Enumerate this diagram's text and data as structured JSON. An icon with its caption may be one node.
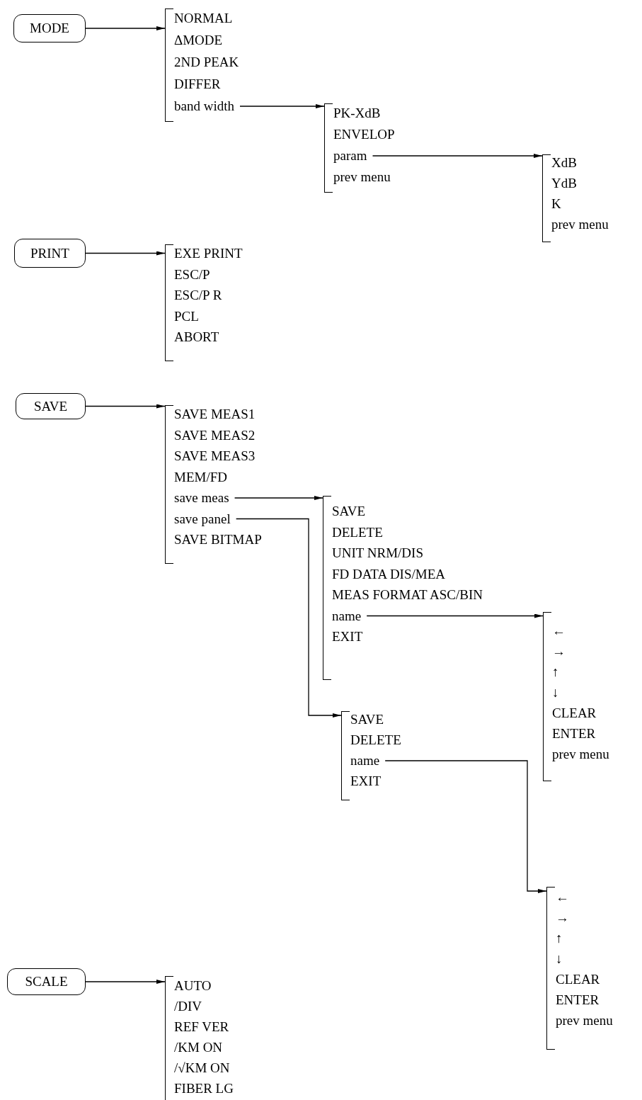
{
  "diagram": {
    "nodes": [
      {
        "text": [
          "MODE"
        ]
      },
      {
        "text": [],
        "shape": "bracket"
      },
      {
        "text": [
          "NORMAL"
        ],
        "in": 1
      },
      {
        "text": [
          "ΔMODE"
        ],
        "in": 1
      },
      {
        "text": [
          "2ND PEAK"
        ],
        "in": 1
      },
      {
        "text": [
          "DIFFER"
        ],
        "in": 1
      },
      {
        "text": [
          "band width"
        ],
        "in": 1
      },
      {
        "text": [],
        "shape": "bracket"
      },
      {
        "text": [
          "PK-XdB"
        ],
        "in": 7
      },
      {
        "text": [
          "ENVELOP"
        ],
        "in": 7
      },
      {
        "text": [
          "param"
        ],
        "in": 7
      },
      {
        "text": [
          "prev menu"
        ],
        "in": 7
      },
      {
        "text": [],
        "shape": "bracket"
      },
      {
        "text": [
          "XdB"
        ],
        "in": 12
      },
      {
        "text": [
          "YdB"
        ],
        "in": 12
      },
      {
        "text": [
          "K"
        ],
        "in": 12
      },
      {
        "text": [
          "prev menu"
        ],
        "in": 12
      },
      {
        "text": [
          "PRINT"
        ]
      },
      {
        "text": [],
        "shape": "bracket"
      },
      {
        "text": [
          "EXE PRINT"
        ],
        "in": 18
      },
      {
        "text": [
          "ESC/P"
        ],
        "in": 18
      },
      {
        "text": [
          "ESC/P R"
        ],
        "in": 18
      },
      {
        "text": [
          "PCL"
        ],
        "in": 18
      },
      {
        "text": [
          "ABORT"
        ],
        "in": 18
      },
      {
        "text": [
          "SAVE"
        ]
      },
      {
        "text": [],
        "shape": "bracket"
      },
      {
        "text": [
          "SAVE MEAS1"
        ],
        "in": 25
      },
      {
        "text": [
          "SAVE MEAS2"
        ],
        "in": 25
      },
      {
        "text": [
          "SAVE MEAS3"
        ],
        "in": 25
      },
      {
        "text": [
          "MEM/FD"
        ],
        "in": 25
      },
      {
        "text": [
          "save meas"
        ],
        "in": 25
      },
      {
        "text": [
          "save panel"
        ],
        "in": 25
      },
      {
        "text": [
          "SAVE BITMAP"
        ],
        "in": 25
      },
      {
        "text": [],
        "shape": "bracket"
      },
      {
        "text": [
          "SAVE"
        ],
        "in": 33
      },
      {
        "text": [
          "DELETE"
        ],
        "in": 33
      },
      {
        "text": [
          "UNIT NRM/DIS"
        ],
        "in": 33
      },
      {
        "text": [
          "FD DATA DIS/MEA"
        ],
        "in": 33
      },
      {
        "text": [
          "MEAS FORMAT ASC/BIN"
        ],
        "in": 33
      },
      {
        "text": [
          "name"
        ],
        "in": 33
      },
      {
        "text": [
          "EXIT"
        ],
        "in": 33
      },
      {
        "text": [],
        "shape": "bracket"
      },
      {
        "text": [
          "SAVE"
        ],
        "in": 41
      },
      {
        "text": [
          "DELETE"
        ],
        "in": 41
      },
      {
        "text": [
          "name"
        ],
        "in": 41
      },
      {
        "text": [
          "EXIT"
        ],
        "in": 41
      },
      {
        "text": [],
        "shape": "bracket"
      },
      {
        "text": [
          "←"
        ],
        "in": 46
      },
      {
        "text": [
          "→"
        ],
        "in": 46
      },
      {
        "text": [
          "↑"
        ],
        "in": 46
      },
      {
        "text": [
          "↓"
        ],
        "in": 46
      },
      {
        "text": [
          "CLEAR"
        ],
        "in": 46
      },
      {
        "text": [
          "ENTER"
        ],
        "in": 46
      },
      {
        "text": [
          "prev menu"
        ],
        "in": 46
      },
      {
        "text": [],
        "shape": "bracket"
      },
      {
        "text": [
          "←"
        ],
        "in": 54
      },
      {
        "text": [
          "→"
        ],
        "in": 54
      },
      {
        "text": [
          "↑"
        ],
        "in": 54
      },
      {
        "text": [
          "↓"
        ],
        "in": 54
      },
      {
        "text": [
          "CLEAR"
        ],
        "in": 54
      },
      {
        "text": [
          "ENTER"
        ],
        "in": 54
      },
      {
        "text": [
          "prev menu"
        ],
        "in": 54
      },
      {
        "text": [
          "SCALE"
        ]
      },
      {
        "text": [],
        "shape": "bracket"
      },
      {
        "text": [
          "AUTO"
        ],
        "in": 63
      },
      {
        "text": [
          "/DIV"
        ],
        "in": 63
      },
      {
        "text": [
          "REF VER"
        ],
        "in": 63
      },
      {
        "text": [
          "/KM ON"
        ],
        "in": 63
      },
      {
        "text": [
          "/√KM ON"
        ],
        "in": 63
      },
      {
        "text": [
          "FIBER LG"
        ],
        "in": 63
      }
    ],
    "edges": [
      {
        "from": 0,
        "to": 1,
        "arrow": "to"
      },
      {
        "from": 6,
        "to": 7,
        "arrow": "to"
      },
      {
        "from": 10,
        "to": 12,
        "arrow": "to"
      },
      {
        "from": 17,
        "to": 18,
        "arrow": "to"
      },
      {
        "from": 24,
        "to": 25,
        "arrow": "to"
      },
      {
        "from": 30,
        "to": 33,
        "arrow": "to"
      },
      {
        "from": 31,
        "to": 41,
        "arrow": "to"
      },
      {
        "from": 39,
        "to": 46,
        "arrow": "to"
      },
      {
        "from": 44,
        "to": 54,
        "arrow": "to"
      },
      {
        "from": 62,
        "to": 63,
        "arrow": "to"
      }
    ]
  }
}
